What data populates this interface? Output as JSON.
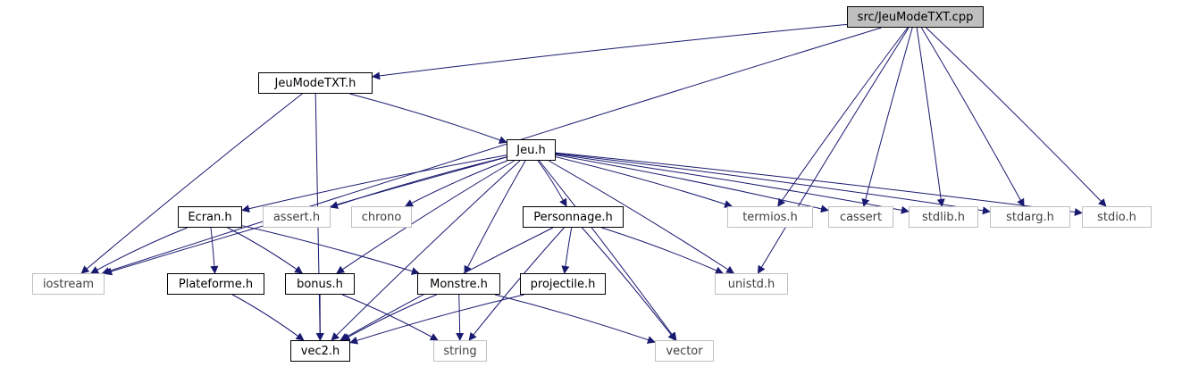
{
  "diagram": {
    "edge_color": "#191970",
    "nodes": [
      {
        "id": "main",
        "label": "src/JeuModeTXT.cpp",
        "kind": "root"
      },
      {
        "id": "jeumodetxt_h",
        "label": "JeuModeTXT.h",
        "kind": "local"
      },
      {
        "id": "jeu_h",
        "label": "Jeu.h",
        "kind": "local"
      },
      {
        "id": "ecran_h",
        "label": "Ecran.h",
        "kind": "local"
      },
      {
        "id": "assert_h",
        "label": "assert.h",
        "kind": "system"
      },
      {
        "id": "chrono",
        "label": "chrono",
        "kind": "system"
      },
      {
        "id": "personnage_h",
        "label": "Personnage.h",
        "kind": "local"
      },
      {
        "id": "termios_h",
        "label": "termios.h",
        "kind": "system"
      },
      {
        "id": "cassert",
        "label": "cassert",
        "kind": "system"
      },
      {
        "id": "stdlib_h",
        "label": "stdlib.h",
        "kind": "system"
      },
      {
        "id": "stdarg_h",
        "label": "stdarg.h",
        "kind": "system"
      },
      {
        "id": "stdio_h",
        "label": "stdio.h",
        "kind": "system"
      },
      {
        "id": "iostream",
        "label": "iostream",
        "kind": "system"
      },
      {
        "id": "plateforme_h",
        "label": "Plateforme.h",
        "kind": "local"
      },
      {
        "id": "bonus_h",
        "label": "bonus.h",
        "kind": "local"
      },
      {
        "id": "monstre_h",
        "label": "Monstre.h",
        "kind": "local"
      },
      {
        "id": "projectile_h",
        "label": "projectile.h",
        "kind": "local"
      },
      {
        "id": "unistd_h",
        "label": "unistd.h",
        "kind": "system"
      },
      {
        "id": "vec2_h",
        "label": "vec2.h",
        "kind": "local"
      },
      {
        "id": "string",
        "label": "string",
        "kind": "system"
      },
      {
        "id": "vector",
        "label": "vector",
        "kind": "system"
      }
    ],
    "edges": [
      [
        "main",
        "jeumodetxt_h"
      ],
      [
        "main",
        "iostream"
      ],
      [
        "main",
        "termios_h"
      ],
      [
        "main",
        "cassert"
      ],
      [
        "main",
        "stdlib_h"
      ],
      [
        "main",
        "stdarg_h"
      ],
      [
        "main",
        "stdio_h"
      ],
      [
        "main",
        "unistd_h"
      ],
      [
        "jeumodetxt_h",
        "jeu_h"
      ],
      [
        "jeumodetxt_h",
        "iostream"
      ],
      [
        "jeumodetxt_h",
        "vec2_h"
      ],
      [
        "jeu_h",
        "ecran_h"
      ],
      [
        "jeu_h",
        "assert_h"
      ],
      [
        "jeu_h",
        "chrono"
      ],
      [
        "jeu_h",
        "personnage_h"
      ],
      [
        "jeu_h",
        "termios_h"
      ],
      [
        "jeu_h",
        "cassert"
      ],
      [
        "jeu_h",
        "stdlib_h"
      ],
      [
        "jeu_h",
        "stdarg_h"
      ],
      [
        "jeu_h",
        "stdio_h"
      ],
      [
        "jeu_h",
        "iostream"
      ],
      [
        "jeu_h",
        "bonus_h"
      ],
      [
        "jeu_h",
        "monstre_h"
      ],
      [
        "jeu_h",
        "unistd_h"
      ],
      [
        "jeu_h",
        "vector"
      ],
      [
        "jeu_h",
        "vec2_h"
      ],
      [
        "ecran_h",
        "iostream"
      ],
      [
        "ecran_h",
        "plateforme_h"
      ],
      [
        "ecran_h",
        "bonus_h"
      ],
      [
        "ecran_h",
        "monstre_h"
      ],
      [
        "personnage_h",
        "projectile_h"
      ],
      [
        "personnage_h",
        "unistd_h"
      ],
      [
        "personnage_h",
        "vector"
      ],
      [
        "personnage_h",
        "string"
      ],
      [
        "personnage_h",
        "vec2_h"
      ],
      [
        "plateforme_h",
        "vec2_h"
      ],
      [
        "bonus_h",
        "vec2_h"
      ],
      [
        "bonus_h",
        "string"
      ],
      [
        "monstre_h",
        "vec2_h"
      ],
      [
        "monstre_h",
        "string"
      ],
      [
        "monstre_h",
        "vector"
      ],
      [
        "projectile_h",
        "vec2_h"
      ]
    ]
  }
}
